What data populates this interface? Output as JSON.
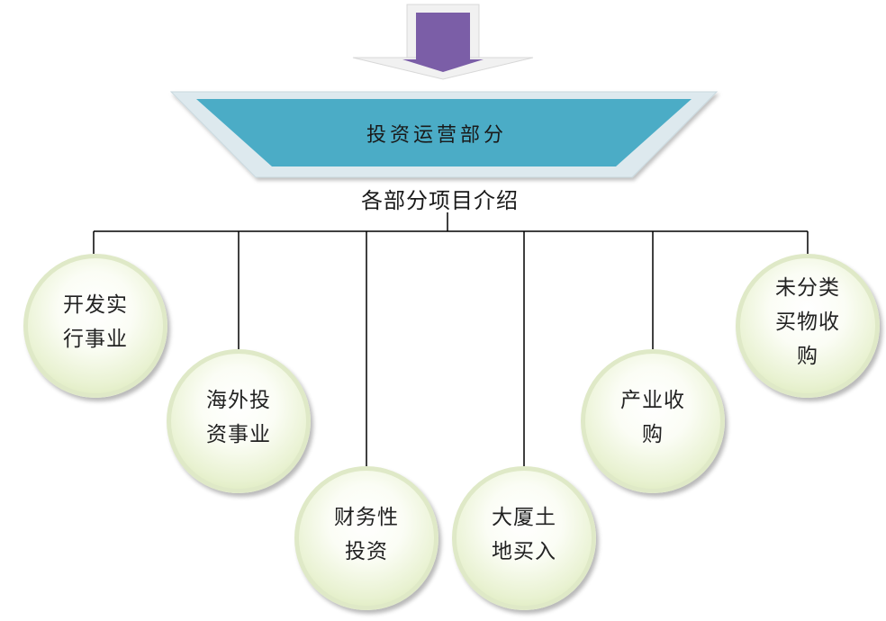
{
  "header": {
    "title": "投资运营部分",
    "subtitle": "各部分项目介绍"
  },
  "colors": {
    "arrow_fill": "#7b5ea7",
    "banner_fill": "#4bacc6",
    "banner_frame": "#dde9ee",
    "circle_fill": "#e9f2d2",
    "circle_border": "#dfe9c7",
    "line": "#000000"
  },
  "nodes": [
    {
      "label": "开发实\n行事业"
    },
    {
      "label": "海外投\n资事业"
    },
    {
      "label": "财务性\n投资"
    },
    {
      "label": "大厦土\n地买入"
    },
    {
      "label": "产业收\n购"
    },
    {
      "label": "未分类\n买物收\n购"
    }
  ]
}
